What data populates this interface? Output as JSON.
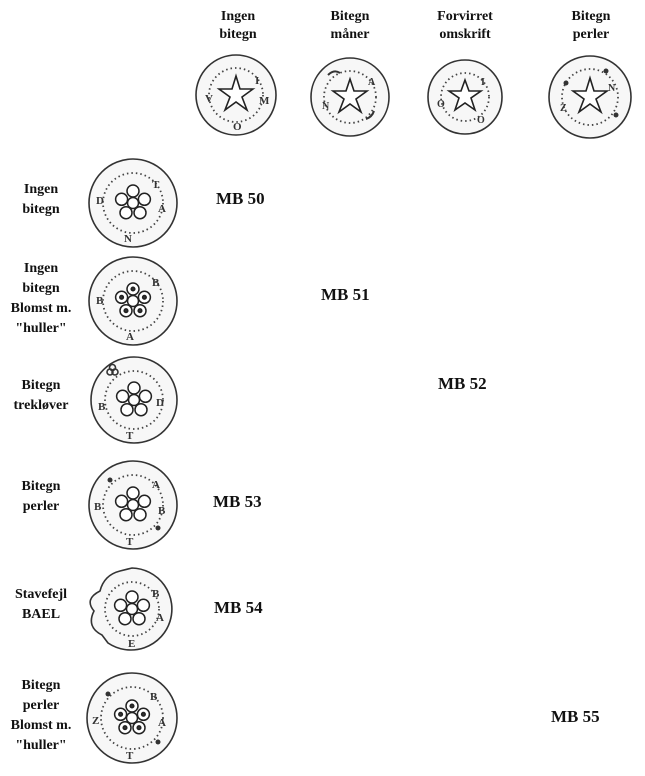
{
  "columns": [
    {
      "lines": [
        "Ingen",
        "bitegn"
      ]
    },
    {
      "lines": [
        "Bitegn",
        "måner"
      ]
    },
    {
      "lines": [
        "Forvirret",
        "omskrift"
      ]
    },
    {
      "lines": [
        "Bitegn",
        "perler"
      ]
    }
  ],
  "rows": [
    {
      "lines": [
        "Ingen",
        "bitegn"
      ]
    },
    {
      "lines": [
        "Ingen",
        "bitegn",
        "Blomst m.",
        "\"huller\""
      ]
    },
    {
      "lines": [
        "Bitegn",
        "trekløver"
      ]
    },
    {
      "lines": [
        "Bitegn",
        "perler"
      ]
    },
    {
      "lines": [
        "Stavefejl",
        "BAEL"
      ]
    },
    {
      "lines": [
        "Bitegn",
        "perler",
        "Blomst m.",
        "\"huller\""
      ]
    }
  ],
  "cells": [
    {
      "label": "MB 50"
    },
    {
      "label": "MB 51"
    },
    {
      "label": "MB 52"
    },
    {
      "label": "MB 53"
    },
    {
      "label": "MB 54"
    },
    {
      "label": "MB 55"
    }
  ]
}
